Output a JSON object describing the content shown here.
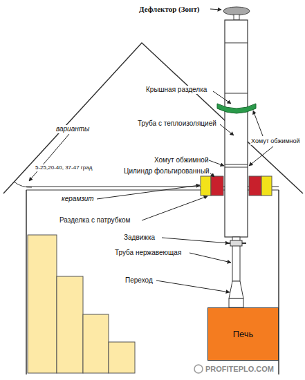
{
  "diagram": {
    "nodes": [
      {
        "text": [
          "Печь"
        ]
      }
    ],
    "edges": [],
    "labels": [
      "Дефлектор (Зонт)",
      "Крышная разделка",
      "Хомут обжимной",
      "Труба с теплоизоляцией",
      "варианты",
      "5-25,20-40, 37-47 град",
      "Хомут обжимной",
      "Цилиндр фольгированный",
      "керамзит",
      "Разделка с патрубком",
      "Задвижка",
      "Труба нержавеющая",
      "Переход",
      "PROFITEPLO.COM"
    ]
  }
}
